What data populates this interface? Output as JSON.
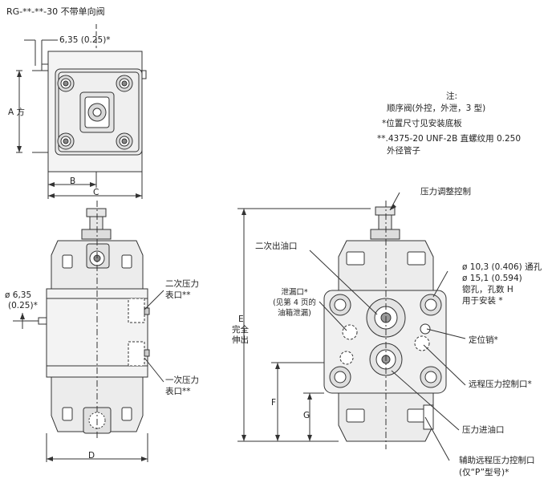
{
  "title": "RG-**-**-30 不带单向阀",
  "top_view": {
    "dim_offset": "6,35 (0.25)*",
    "dim_a": "A 方",
    "dim_b": "B",
    "dim_c": "C"
  },
  "front_view": {
    "dim_left": "ø 6,35",
    "dim_left2": "(0.25)*",
    "dim_d": "D",
    "secondary_gauge": "二次压力",
    "secondary_gauge2": "表口**",
    "primary_gauge": "一次压力",
    "primary_gauge2": "表口**"
  },
  "side_view": {
    "pressure_adjust": "压力调整控制",
    "secondary_outlet": "二次出油口",
    "drain_port": "泄漏口*",
    "drain_note1": "(见第 4 页的",
    "drain_note2": "油箱泄漏)",
    "dim_e": "E",
    "full_ext1": "完全",
    "full_ext2": "伸出",
    "dim_f": "F",
    "dim_g": "G",
    "hole1": "ø 10,3 (0.406) 通孔",
    "hole2": "ø 15,1 (0.594)",
    "hole3": "锪孔，孔数 H",
    "hole4": "用于安装 *",
    "locating_pin": "定位销*",
    "remote_port": "远程压力控制口*",
    "inlet_port": "压力进油口",
    "aux_remote1": "辅助远程压力控制口",
    "aux_remote2": "(仅“P”型号)*"
  },
  "notes": {
    "heading": "注:",
    "line1": "顺序阀(外控，外泄，3 型)",
    "line2": "*位置尺寸见安装底板",
    "line3": "**.4375-20 UNF-2B 直螺纹用 0.250",
    "line4": "外径管子"
  }
}
